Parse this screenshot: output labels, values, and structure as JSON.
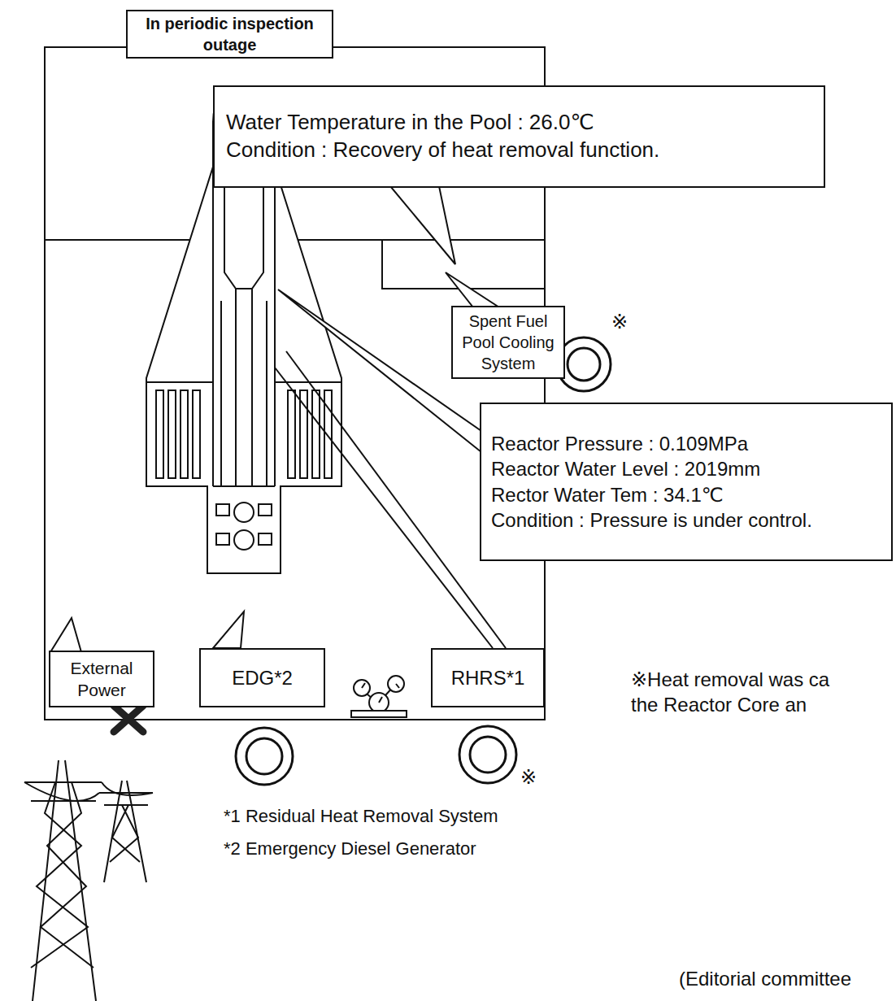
{
  "diagram": {
    "nodes": [
      {
        "text": [
          "In periodic inspection outage"
        ]
      },
      {
        "text": [
          "Water Temperature in the Pool : 26.0℃",
          "Condition : Recovery of heat removal function."
        ]
      },
      {
        "text": [
          "Spent Fuel Pool Cooling System"
        ]
      },
      {
        "text": [
          "Reactor Pressure : 0.109MPa",
          "Reactor Water Level : 2019mm",
          "Rector Water Tem : 34.1℃",
          "Condition : Pressure is under control."
        ]
      },
      {
        "text": [
          "External Power"
        ]
      },
      {
        "text": [
          "EDG*2"
        ]
      },
      {
        "text": [
          "RHRS*1"
        ]
      }
    ],
    "labels": [
      "※",
      "※Heat removal was ca the Reactor Core an",
      "※",
      "*1 Residual Heat Removal System",
      "*2 Emergency Diesel Generator",
      "(Editorial committee"
    ]
  }
}
